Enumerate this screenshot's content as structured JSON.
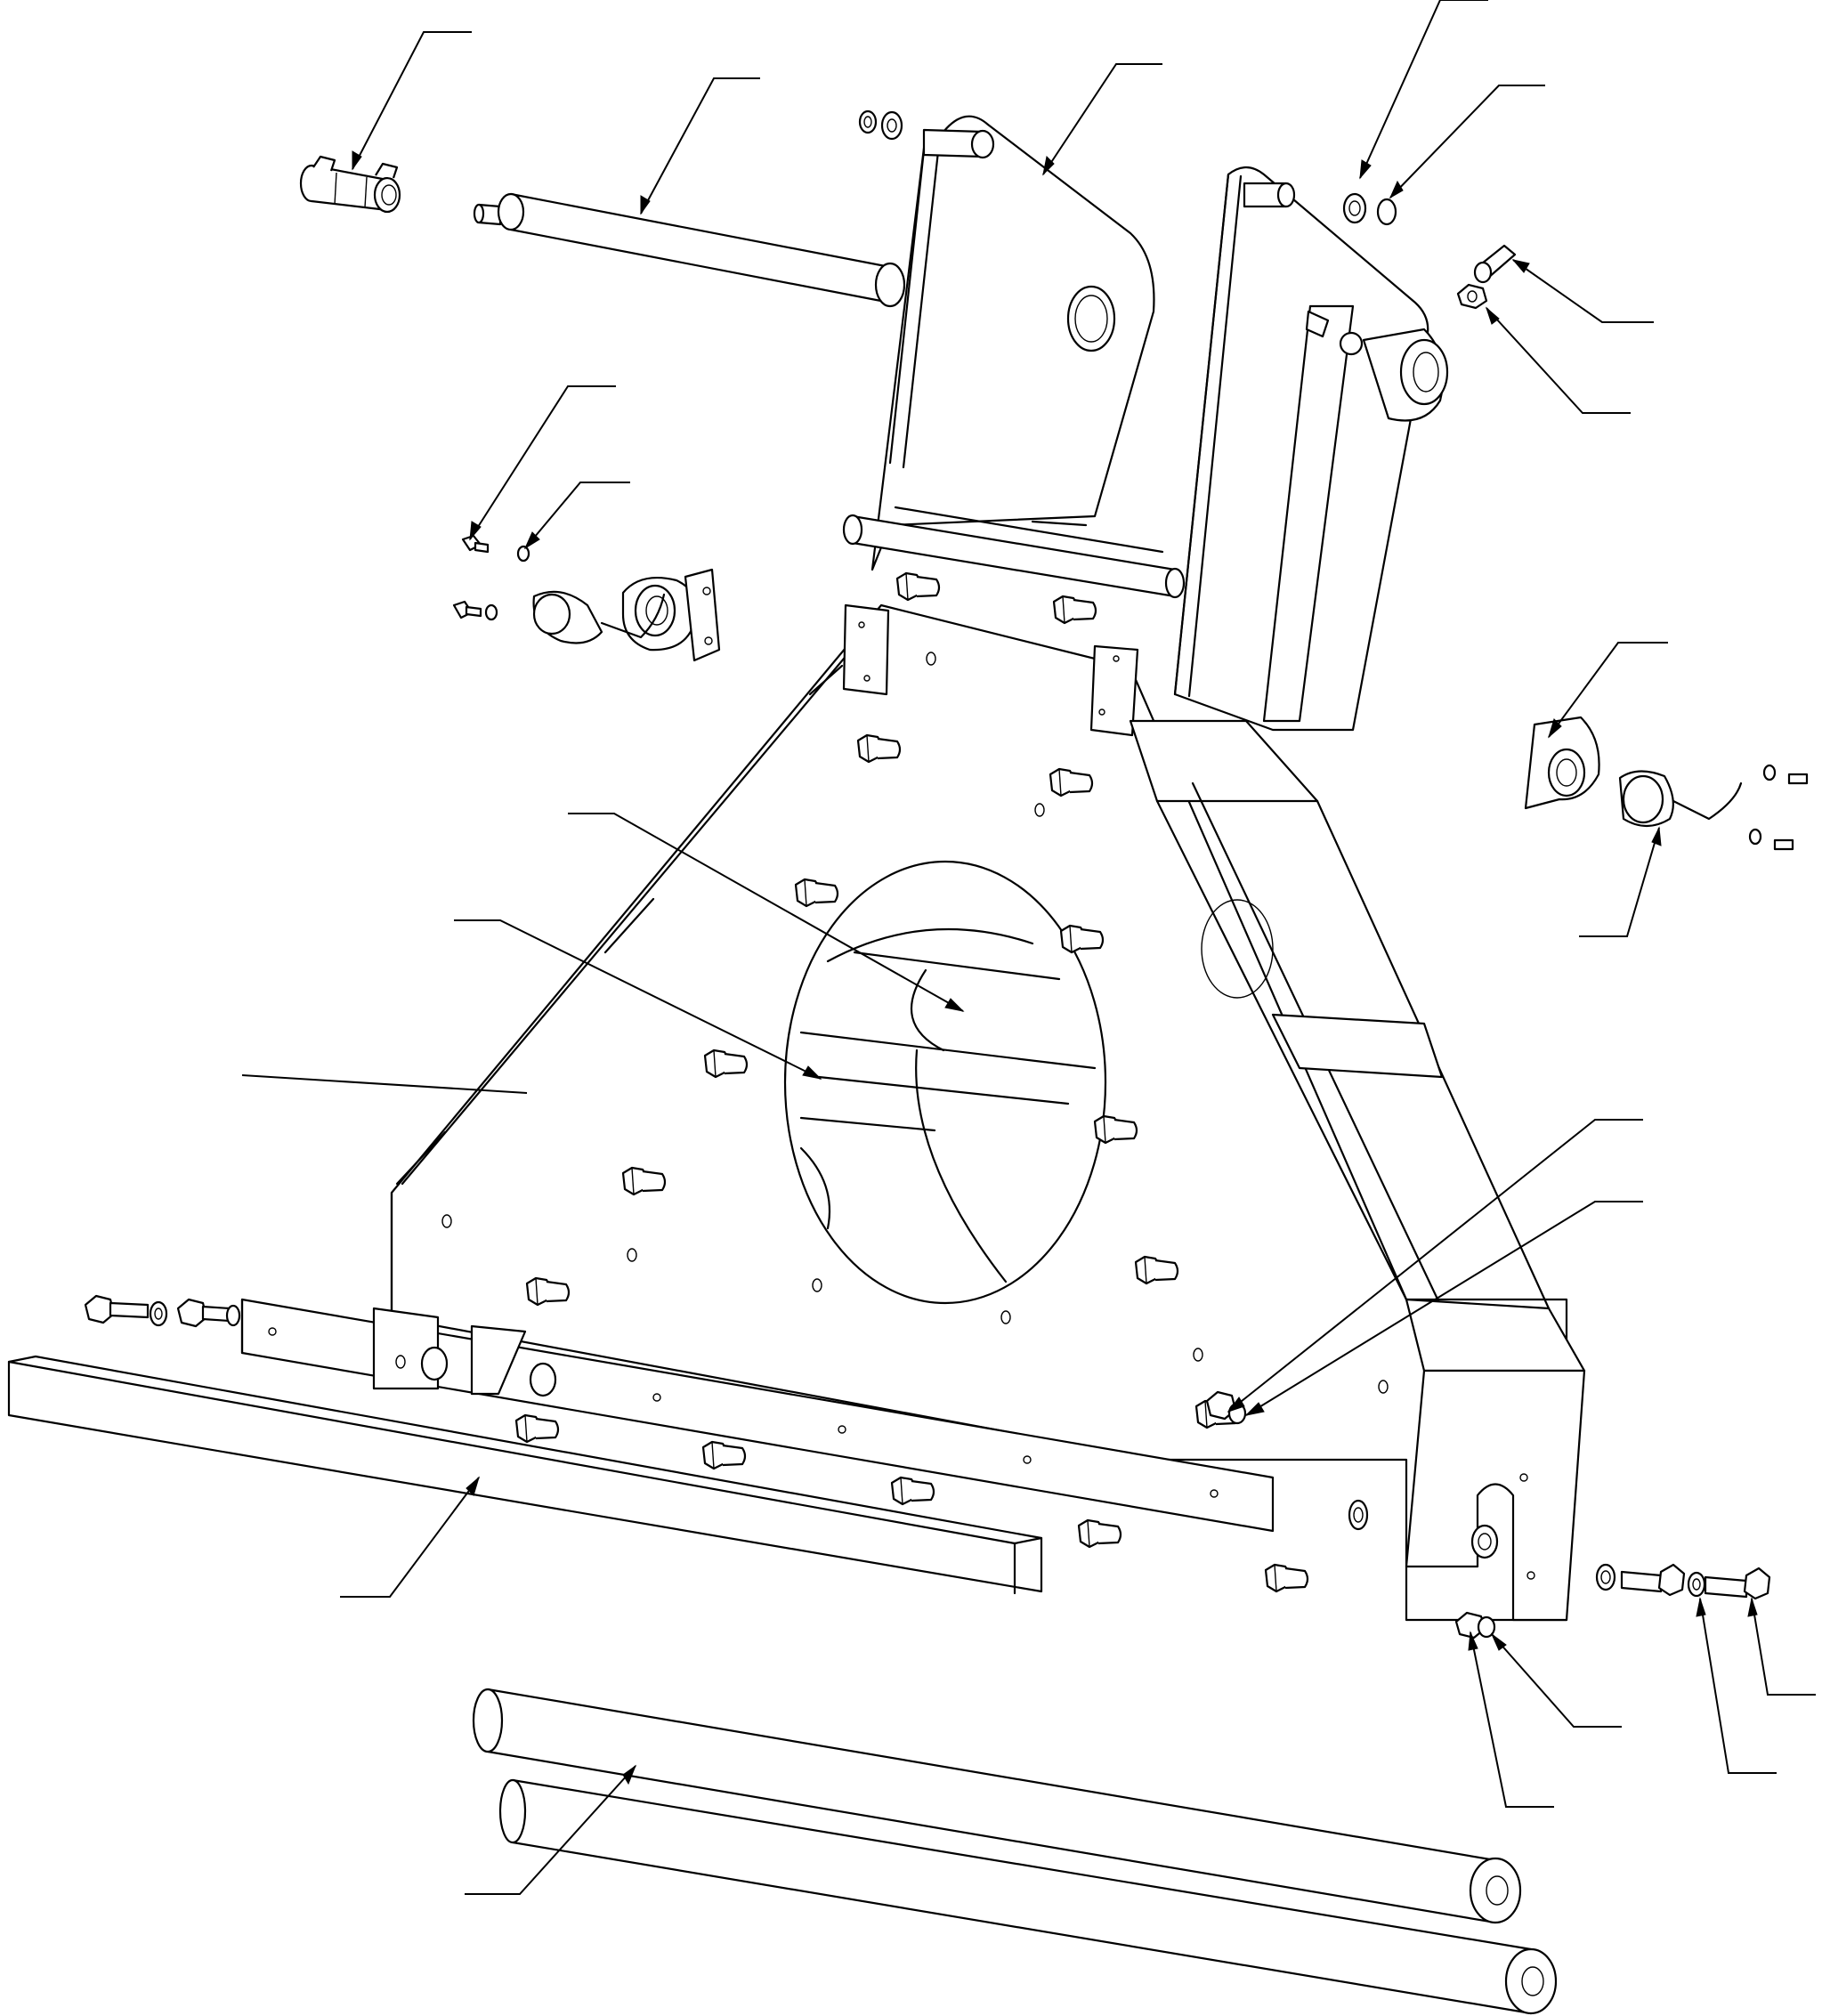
{
  "diagram": {
    "type": "exploded-parts-drawing",
    "background": "#ffffff",
    "line_color": "#000000",
    "callouts": [
      {
        "name": "callout-pin-with-clip",
        "label": ""
      },
      {
        "name": "callout-upper-shaft",
        "label": ""
      },
      {
        "name": "callout-upper-arm-plate",
        "label": ""
      },
      {
        "name": "callout-washer-top",
        "label": ""
      },
      {
        "name": "callout-snap-ring-top",
        "label": ""
      },
      {
        "name": "callout-bolt-top-right",
        "label": ""
      },
      {
        "name": "callout-nut-top-right",
        "label": ""
      },
      {
        "name": "callout-small-bolt-left",
        "label": ""
      },
      {
        "name": "callout-small-nut-left",
        "label": ""
      },
      {
        "name": "callout-bearing-bracket-right",
        "label": ""
      },
      {
        "name": "callout-bearing-unit-right",
        "label": ""
      },
      {
        "name": "callout-inner-tube-upper",
        "label": ""
      },
      {
        "name": "callout-inner-tube-lower",
        "label": ""
      },
      {
        "name": "callout-main-frame-plate",
        "label": ""
      },
      {
        "name": "callout-frame-bolt",
        "label": ""
      },
      {
        "name": "callout-frame-washer",
        "label": ""
      },
      {
        "name": "callout-bottom-bar",
        "label": ""
      },
      {
        "name": "callout-lower-nut",
        "label": ""
      },
      {
        "name": "callout-lower-washer",
        "label": ""
      },
      {
        "name": "callout-lower-bolt-right",
        "label": ""
      },
      {
        "name": "callout-lower-lockwasher-right",
        "label": ""
      },
      {
        "name": "callout-rollers",
        "label": ""
      }
    ]
  }
}
